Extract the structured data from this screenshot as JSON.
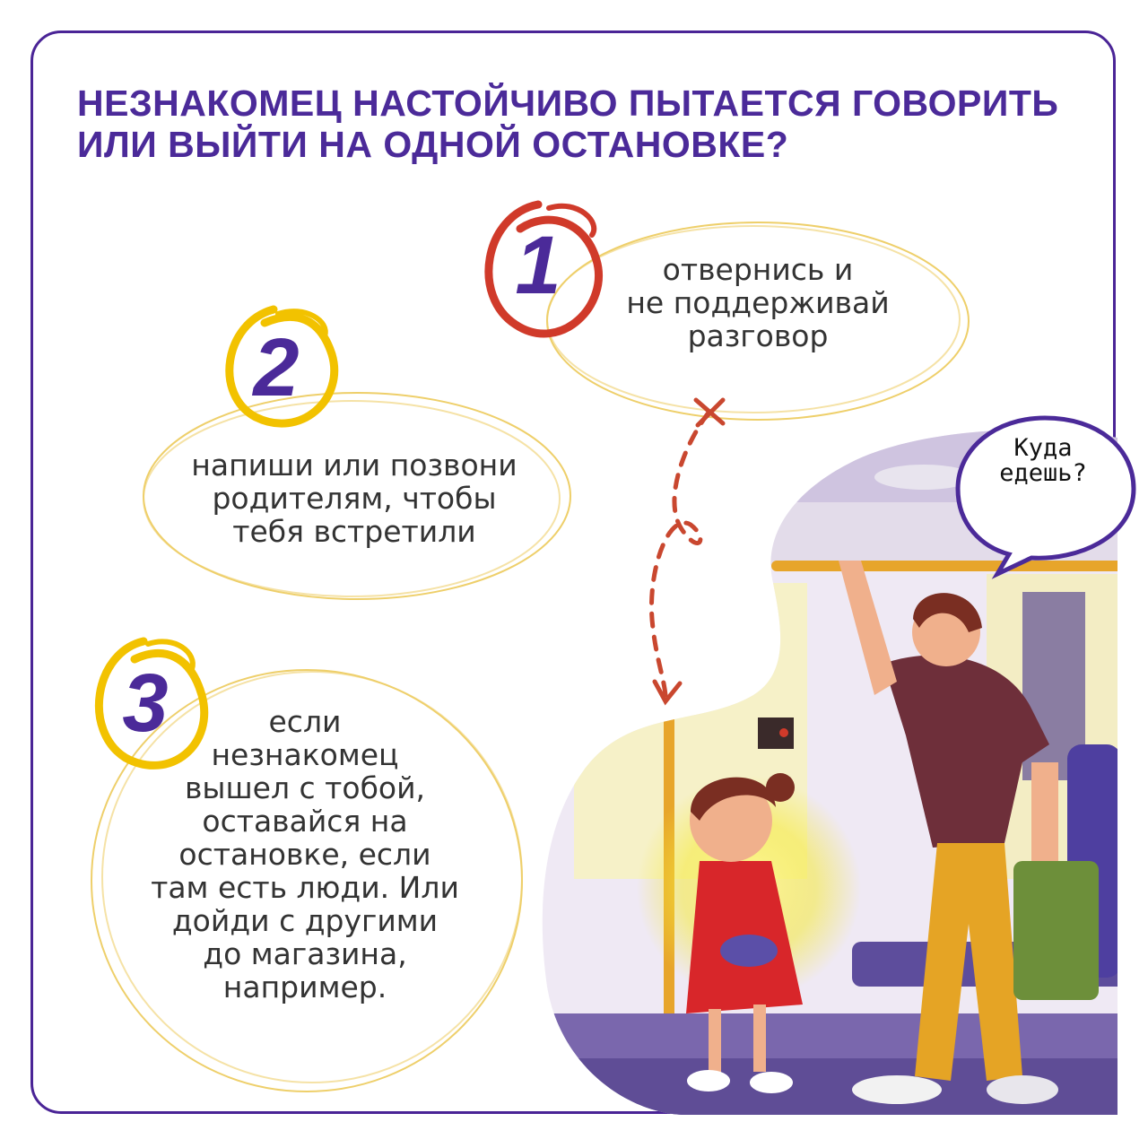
{
  "title": {
    "line1": "Незнакомец настойчиво пытается говорить",
    "line2": "или выйти на одной остановке?"
  },
  "steps": [
    {
      "number": "1",
      "lines": [
        "отвернись и",
        "не поддерживай",
        "разговор"
      ]
    },
    {
      "number": "2",
      "lines": [
        "напиши или позвони",
        "родителям, чтобы",
        "тебя встретили"
      ]
    },
    {
      "number": "3",
      "lines": [
        "если",
        "незнакомец",
        "вышел с тобой,",
        "оставайся на",
        "остановке, если",
        "там есть люди. Или",
        "дойди с другими",
        "до магазина,",
        "например."
      ]
    }
  ],
  "speech_bubble": {
    "lines": [
      "Куда",
      "едешь?"
    ]
  },
  "colors": {
    "brand_purple": "#4b2a99",
    "accent_red": "#d03a2a",
    "accent_yellow": "#f2c200",
    "bubble_outline": "#eecf6a"
  },
  "icons": [
    "circle-scribble-icon",
    "dotted-arrow-icon",
    "speech-bubble-icon"
  ]
}
